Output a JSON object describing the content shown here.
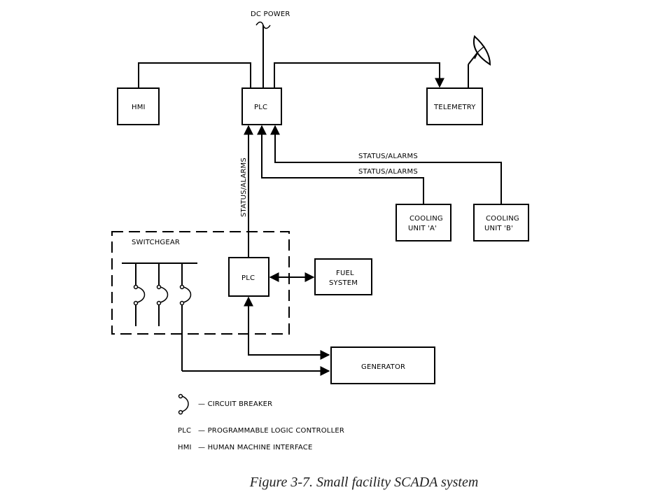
{
  "nodes": {
    "dc_power": "DC POWER",
    "hmi": "HMI",
    "plc_main": "PLC",
    "telemetry": "TELEMETRY",
    "cooling_a_line1": "COOLING",
    "cooling_a_line2": "UNIT 'A'",
    "cooling_b_line1": "COOLING",
    "cooling_b_line2": "UNIT 'B'",
    "switchgear": "SWITCHGEAR",
    "plc_local": "PLC",
    "fuel_line1": "FUEL",
    "fuel_line2": "SYSTEM",
    "generator": "GENERATOR"
  },
  "signals": {
    "status_alarms_top": "STATUS/ALARMS",
    "status_alarms_mid": "STATUS/ALARMS",
    "status_alarms_vertical": "STATUS/ALARMS"
  },
  "legend": {
    "circuit_breaker": "— CIRCUIT BREAKER",
    "plc_abbr": "PLC",
    "plc_desc": "— PROGRAMMABLE LOGIC CONTROLLER",
    "hmi_abbr": "HMI",
    "hmi_desc": "— HUMAN MACHINE INTERFACE"
  },
  "caption": "Figure 3-7.  Small facility SCADA system"
}
